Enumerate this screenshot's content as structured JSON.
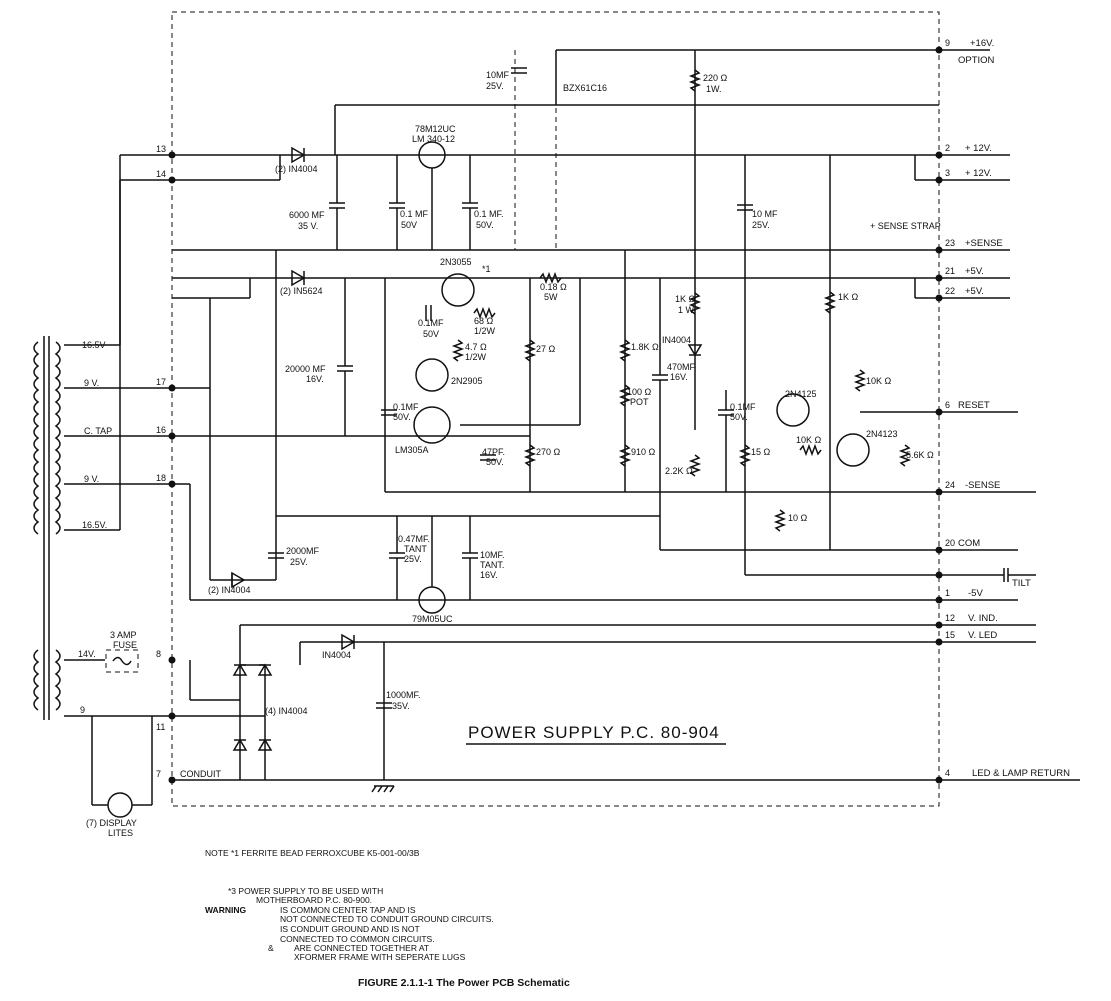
{
  "title": "POWER SUPPLY  P.C. 80-904",
  "figure_caption": "FIGURE 2.1.1-1  The Power PCB Schematic",
  "outputs": [
    {
      "pin": "9",
      "label": "+16V."
    },
    {
      "pin": "",
      "label": "OPTION"
    },
    {
      "pin": "2",
      "label": "+ 12V."
    },
    {
      "pin": "3",
      "label": "+ 12V."
    },
    {
      "pin": "23",
      "label": "+SENSE"
    },
    {
      "pin": "21",
      "label": "+5V."
    },
    {
      "pin": "22",
      "label": "+5V."
    },
    {
      "pin": "6",
      "label": "RESET"
    },
    {
      "pin": "24",
      "label": "-SENSE"
    },
    {
      "pin": "20",
      "label": "COM"
    },
    {
      "pin": "",
      "label": "TILT"
    },
    {
      "pin": "1",
      "label": "-5V"
    },
    {
      "pin": "12",
      "label": "V. IND."
    },
    {
      "pin": "15",
      "label": "V. LED"
    },
    {
      "pin": "4",
      "label": "LED & LAMP RETURN"
    }
  ],
  "inputs": [
    {
      "pin": "13"
    },
    {
      "pin": "14"
    },
    {
      "pin": "17"
    },
    {
      "pin": "16"
    },
    {
      "pin": "18"
    },
    {
      "pin": "8"
    },
    {
      "pin": "11"
    },
    {
      "pin": "7"
    }
  ],
  "transformer_taps": [
    "16.5V",
    "9 V.",
    "C. TAP",
    "9 V.",
    "16.5V.",
    "14V.",
    "9"
  ],
  "components": {
    "c10mf": "10MF",
    "c10mf_v": "25V.",
    "zener": "BZX61C16",
    "r220": "220 Ω",
    "r220_w": "1W.",
    "reg1": "78M12UC",
    "reg1b": "LM 340-12",
    "d1": "(2) IN4004",
    "c6000": "6000 MF",
    "c6000_v": "35 V.",
    "c01a": "0.1 MF",
    "c01a_v": "50V",
    "c01b": "0.1 MF.",
    "c01b_v": "50V.",
    "c10b": "10 MF",
    "c10b_v": "25V.",
    "sense_strap": "+ SENSE STRAP",
    "q2n3055": "2N3055",
    "bead": "*1",
    "r018": "0.18 Ω",
    "r018_w": "5W",
    "d2": "(2) IN5624",
    "c01c": "0.1MF",
    "c01c_v": "50V",
    "r68": "68 Ω",
    "r68_w": "1/2W",
    "r47": "4.7 Ω",
    "r47_w": "1/2W",
    "r27": "27 Ω",
    "c20000": "20000 MF",
    "c20000_v": "16V.",
    "q2n2905": "2N2905",
    "r18k": "1.8K Ω",
    "r1k1w": "1K Ω",
    "r1k1w_w": "1 W.",
    "d3": "IN4004",
    "c470": "470MF",
    "c470_v": "16V.",
    "pot": "100 Ω",
    "pot_t": "POT",
    "r1k": "1K Ω",
    "c01d": "0.1MF",
    "c01d_v": "50V.",
    "q2n4125": "2N4125",
    "r10k_a": "10K Ω",
    "r10k_b": "10K Ω",
    "q2n4123": "2N4123",
    "r56k": "5.6K Ω",
    "c01e": "0.1MF",
    "c01e_v": "50V.",
    "lm305": "LM305A",
    "c47pf": "47PF.",
    "c47pf_v": "50V.",
    "r270": "270 Ω",
    "r910": "910 Ω",
    "r22k": "2.2K Ω",
    "r15": "15 Ω",
    "r10": "10 Ω",
    "c2000": "2000MF",
    "c2000_v": "25V.",
    "c047": "0.47MF.",
    "c047_t": "TANT",
    "c047_v": "25V.",
    "c10t": "10MF.",
    "c10t_t": "TANT.",
    "c10t_v": "16V.",
    "d4": "(2) IN4004",
    "reg2": "79M05UC",
    "fuse": "3 AMP",
    "fuse_b": "FUSE",
    "d5": "IN4004",
    "bridge": "(4) IN4004",
    "c1000": "1000MF.",
    "c1000_v": "35V.",
    "conduit": "CONDUIT",
    "lamps": "(7) DISPLAY",
    "lamps_b": "LITES"
  },
  "notes": [
    "NOTE *1  FERRITE BEAD FERROXCUBE K5-001-00/3B",
    "*3  POWER SUPPLY TO BE USED WITH",
    "MOTHERBOARD P.C. 80-900.",
    "WARNING",
    "IS COMMON CENTER TAP AND IS",
    "NOT CONNECTED TO CONDUIT GROUND CIRCUITS.",
    "IS CONDUIT GROUND AND IS NOT",
    "CONNECTED TO COMMON CIRCUITS.",
    "&",
    "ARE CONNECTED TOGETHER AT",
    "XFORMER FRAME WITH SEPERATE LUGS"
  ]
}
